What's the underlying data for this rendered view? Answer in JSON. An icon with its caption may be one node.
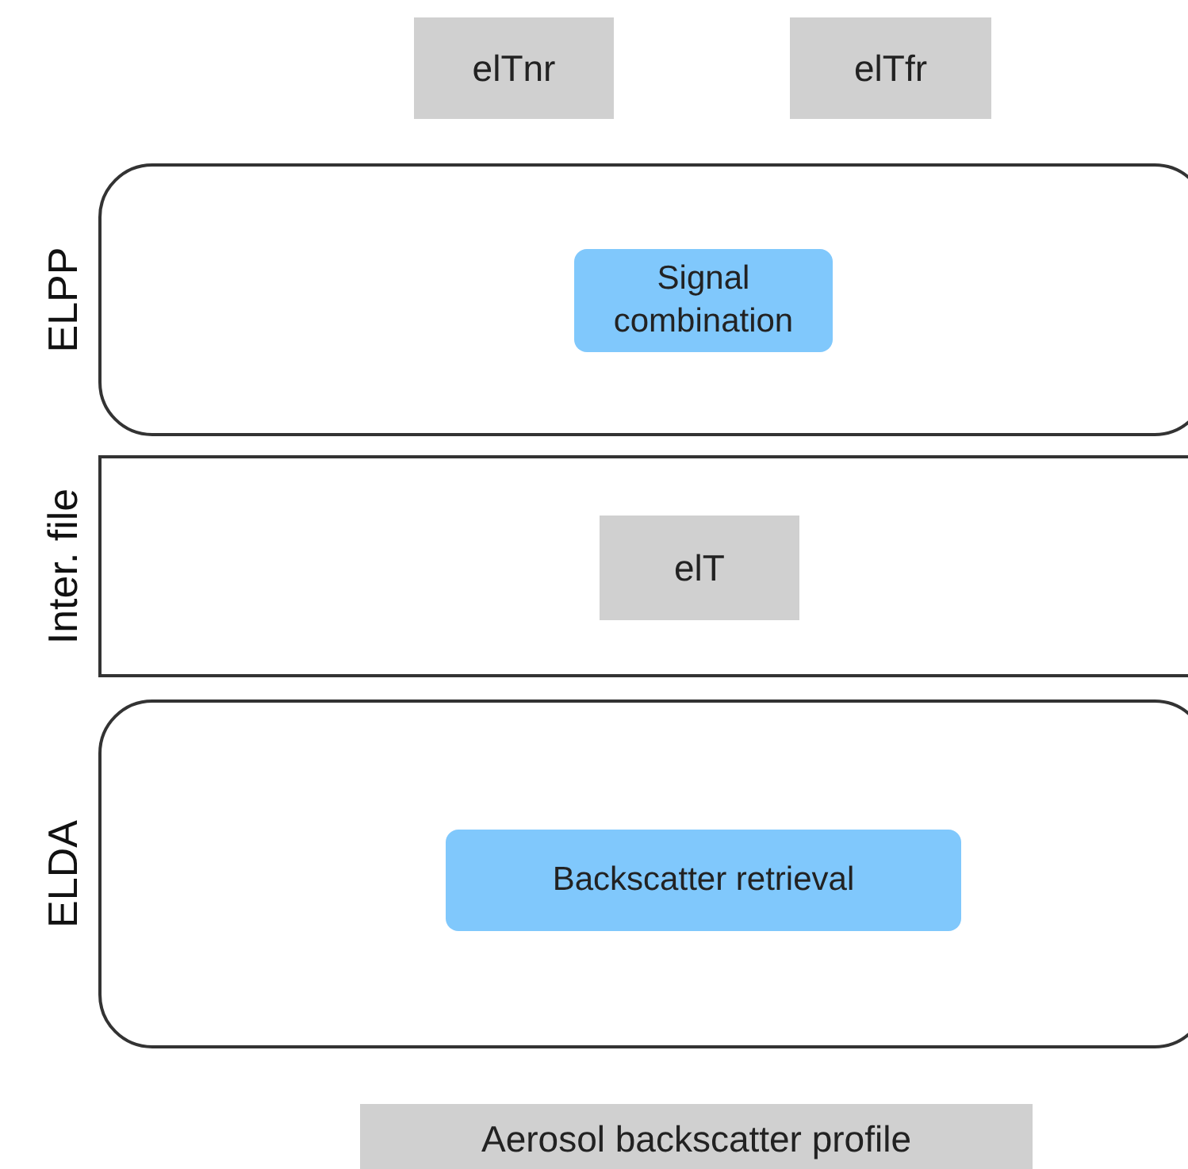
{
  "diagram": {
    "nodes": [
      {
        "text": [
          "elTnr"
        ]
      },
      {
        "text": [
          "elTfr"
        ]
      },
      {
        "text": [
          "ELPP"
        ]
      },
      {
        "text": [
          "Signal combination"
        ],
        "in": 2
      },
      {
        "text": [
          "Inter. file"
        ]
      },
      {
        "text": [
          "elT"
        ],
        "in": 4
      },
      {
        "text": [
          "ELDA"
        ]
      },
      {
        "text": [
          "Backscatter retrieval"
        ],
        "in": 6
      },
      {
        "text": [
          "Aerosol backscatter profile"
        ]
      }
    ]
  }
}
